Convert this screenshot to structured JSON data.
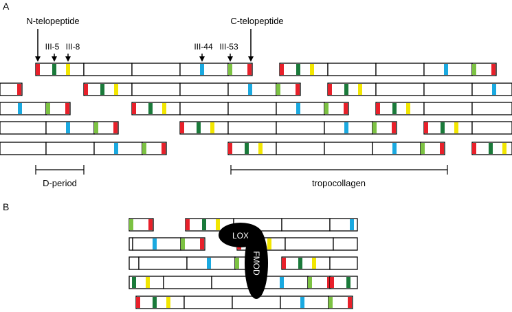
{
  "panel_a": {
    "letter": "A",
    "labels": {
      "n_telopeptide": "N-telopeptide",
      "c_telopeptide": "C-telopeptide",
      "iii_5": "III-5",
      "iii_8": "III-8",
      "iii_44": "III-44",
      "iii_53": "III-53",
      "d_period": "D-period",
      "tropocollagen": "tropocollagen"
    }
  },
  "panel_b": {
    "letter": "B",
    "lox": "LOX",
    "fmod": "FMOD"
  },
  "colors": {
    "n_telopeptide_mark": "#e8202a",
    "iii_5_mark": "#1a7a3a",
    "iii_8_mark": "#f2e600",
    "iii_44_mark": "#1aa9e0",
    "iii_53_mark": "#7cc242",
    "c_telopeptide_mark": "#e8202a",
    "outline": "#000000",
    "ellipse_fill": "#000000"
  }
}
